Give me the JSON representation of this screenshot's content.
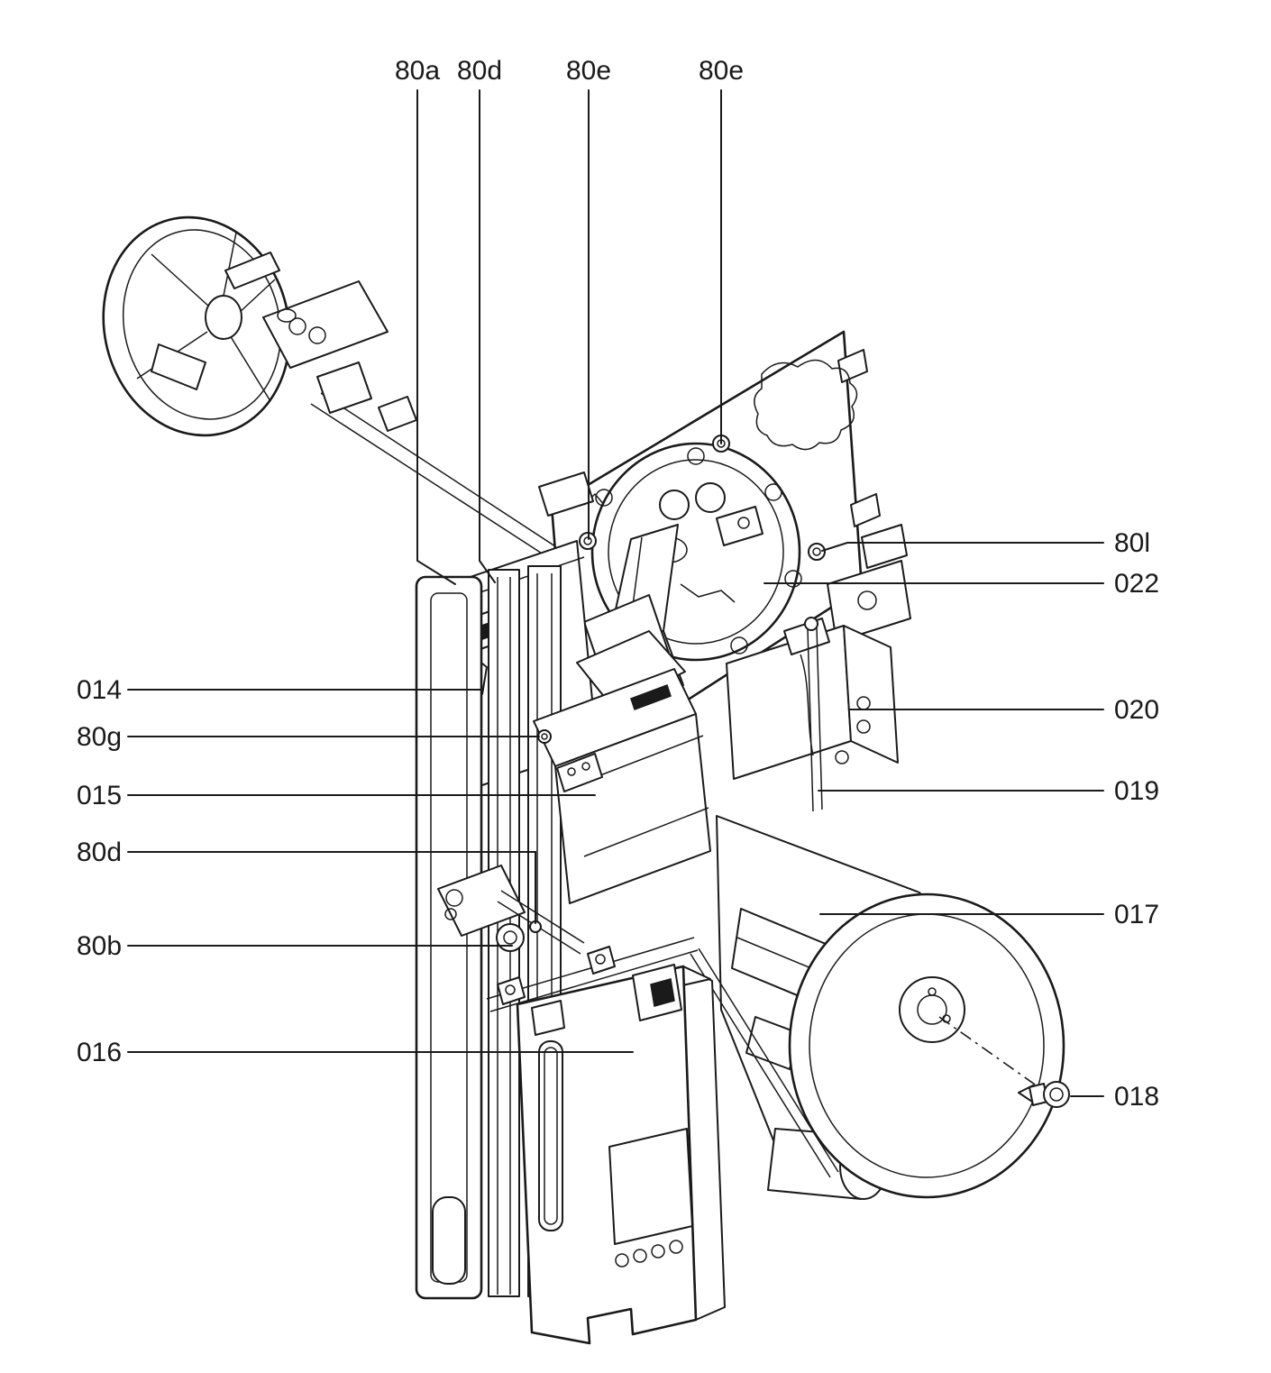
{
  "figure": {
    "background": "#ffffff",
    "line_color": "#1a1a1a"
  },
  "callouts": [
    {
      "id": "80a-top",
      "label": "80a"
    },
    {
      "id": "80d-top",
      "label": "80d"
    },
    {
      "id": "80e-left",
      "label": "80e"
    },
    {
      "id": "80e-right",
      "label": "80e"
    },
    {
      "id": "80l",
      "label": "80l"
    },
    {
      "id": "022",
      "label": "022"
    },
    {
      "id": "020",
      "label": "020"
    },
    {
      "id": "019",
      "label": "019"
    },
    {
      "id": "017",
      "label": "017"
    },
    {
      "id": "018",
      "label": "018"
    },
    {
      "id": "014",
      "label": "014"
    },
    {
      "id": "80g",
      "label": "80g"
    },
    {
      "id": "015",
      "label": "015"
    },
    {
      "id": "80d-left",
      "label": "80d"
    },
    {
      "id": "80b",
      "label": "80b"
    },
    {
      "id": "016",
      "label": "016"
    }
  ]
}
